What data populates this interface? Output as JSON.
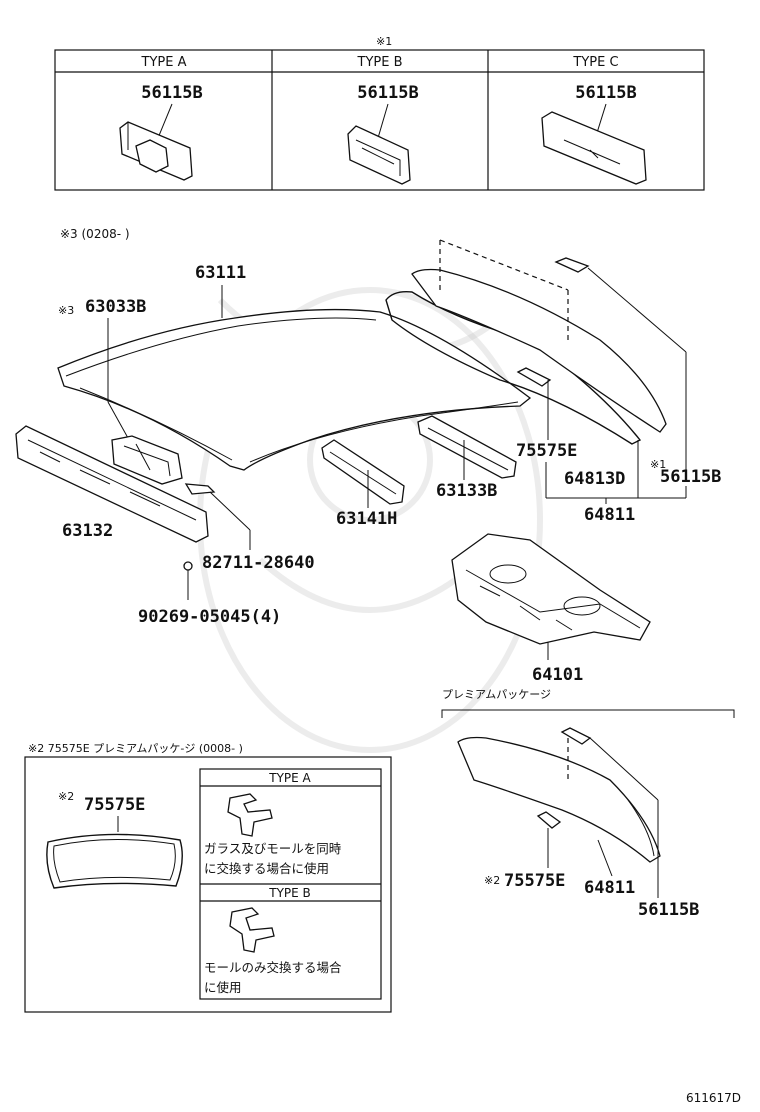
{
  "top_box": {
    "note": "※1",
    "types": [
      {
        "header": "TYPE A",
        "part": "56115B"
      },
      {
        "header": "TYPE B",
        "part": "56115B"
      },
      {
        "header": "TYPE C",
        "part": "56115B"
      }
    ]
  },
  "note3": "※3 (0208-        )",
  "labels": {
    "roof_panel": "63111",
    "roof_prefix": "※3",
    "roof_reinf": "63033B",
    "windshield_header": "63132",
    "clip": "82711-28640",
    "screw": "90269-05045(4)",
    "rail_center": "63141H",
    "rail_rear": "63133B",
    "weatherstrip": "75575E",
    "glass_dam": "64813D",
    "back_glass": "64811",
    "stopper_prefix": "※1",
    "stopper": "56115B",
    "package_tray": "64101"
  },
  "premium": {
    "heading": "プレミアムパッケージ",
    "prefix": "※2",
    "weatherstrip": "75575E",
    "back_glass": "64811",
    "stopper": "56115B"
  },
  "bottom_box": {
    "title": "※2 75575E プレミアムパッケ-ジ (0008-       )",
    "prefix": "※2",
    "part": "75575E",
    "type_a": {
      "header": "TYPE A",
      "text1": "ガラス及びモールを同時",
      "text2": "に交換する場合に使用"
    },
    "type_b": {
      "header": "TYPE B",
      "text1": "モールのみ交換する場合",
      "text2": "に使用"
    }
  },
  "figure_id": "611617D"
}
